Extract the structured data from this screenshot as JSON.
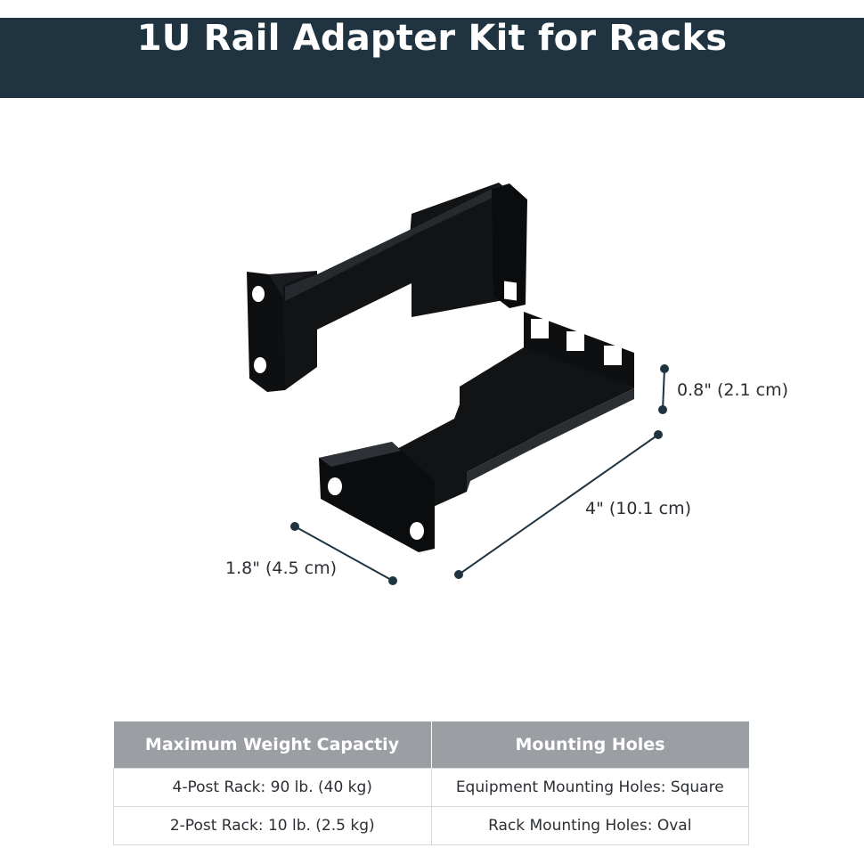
{
  "header": {
    "title": "1U Rail Adapter Kit for Racks",
    "background": "#1f3341"
  },
  "dimensions": {
    "height": "0.8\" (2.1 cm)",
    "length": "4\" (10.1 cm)",
    "width": "1.8\" (4.5 cm)"
  },
  "specs": {
    "columns": [
      "Maximum Weight Capactiy",
      "Mounting Holes"
    ],
    "rows": [
      [
        "4-Post Rack: 90 lb. (40 kg)",
        "Equipment Mounting Holes: Square"
      ],
      [
        "2-Post Rack: 10 lb. (2.5 kg)",
        "Rack Mounting Holes: Oval"
      ]
    ]
  },
  "colors": {
    "header_bg": "#1f3341",
    "table_header_bg": "#9b9ea3",
    "bracket": "#111214",
    "dimension_line": "#1f3341"
  }
}
